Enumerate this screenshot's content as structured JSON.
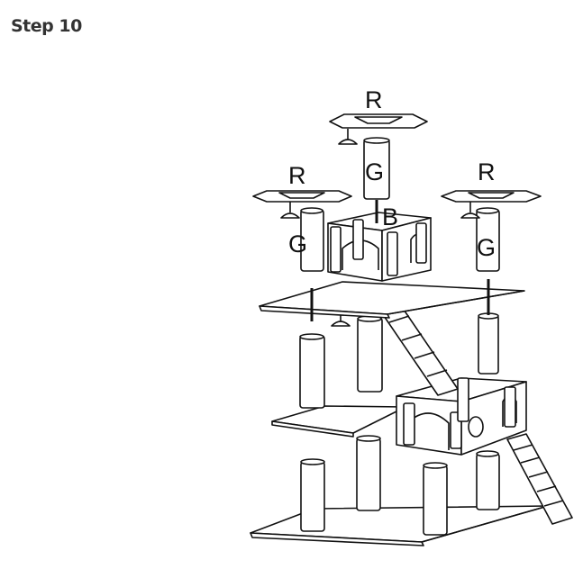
{
  "page": {
    "title": "Step 10"
  },
  "diagram": {
    "labels": {
      "top_platform": "R",
      "top_post": "G",
      "left_platform": "R",
      "left_post": "G",
      "right_platform": "R",
      "right_post": "G",
      "condo_connector": "B"
    },
    "colors": {
      "line": "#111111",
      "background": "#ffffff"
    }
  }
}
